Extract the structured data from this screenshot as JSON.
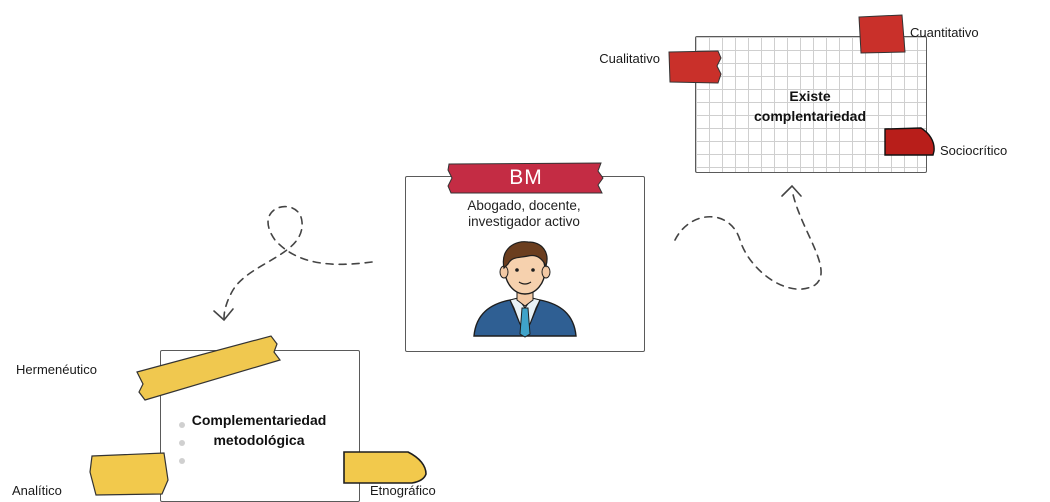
{
  "profile": {
    "initials": "BM",
    "line1": "Abogado, docente,",
    "line2": "investigador activo"
  },
  "top_note": {
    "title_line1": "Existe",
    "title_line2": "complentariedad",
    "labels": {
      "cualitativo": "Cualitativo",
      "cuantitativo": "Cuantitativo",
      "sociocritico": "Sociocrítico"
    },
    "tape_color": "#c9302a"
  },
  "bottom_note": {
    "title_line1": "Complementariedad",
    "title_line2": "metodológica",
    "labels": {
      "hermeneutico": "Hermenéutico",
      "analitico": "Analítico",
      "etnografico": "Etnográfico"
    },
    "tape_color": "#f2c94c"
  },
  "icons": [
    "arrow-down-icon",
    "arrow-up-icon",
    "person-icon"
  ]
}
